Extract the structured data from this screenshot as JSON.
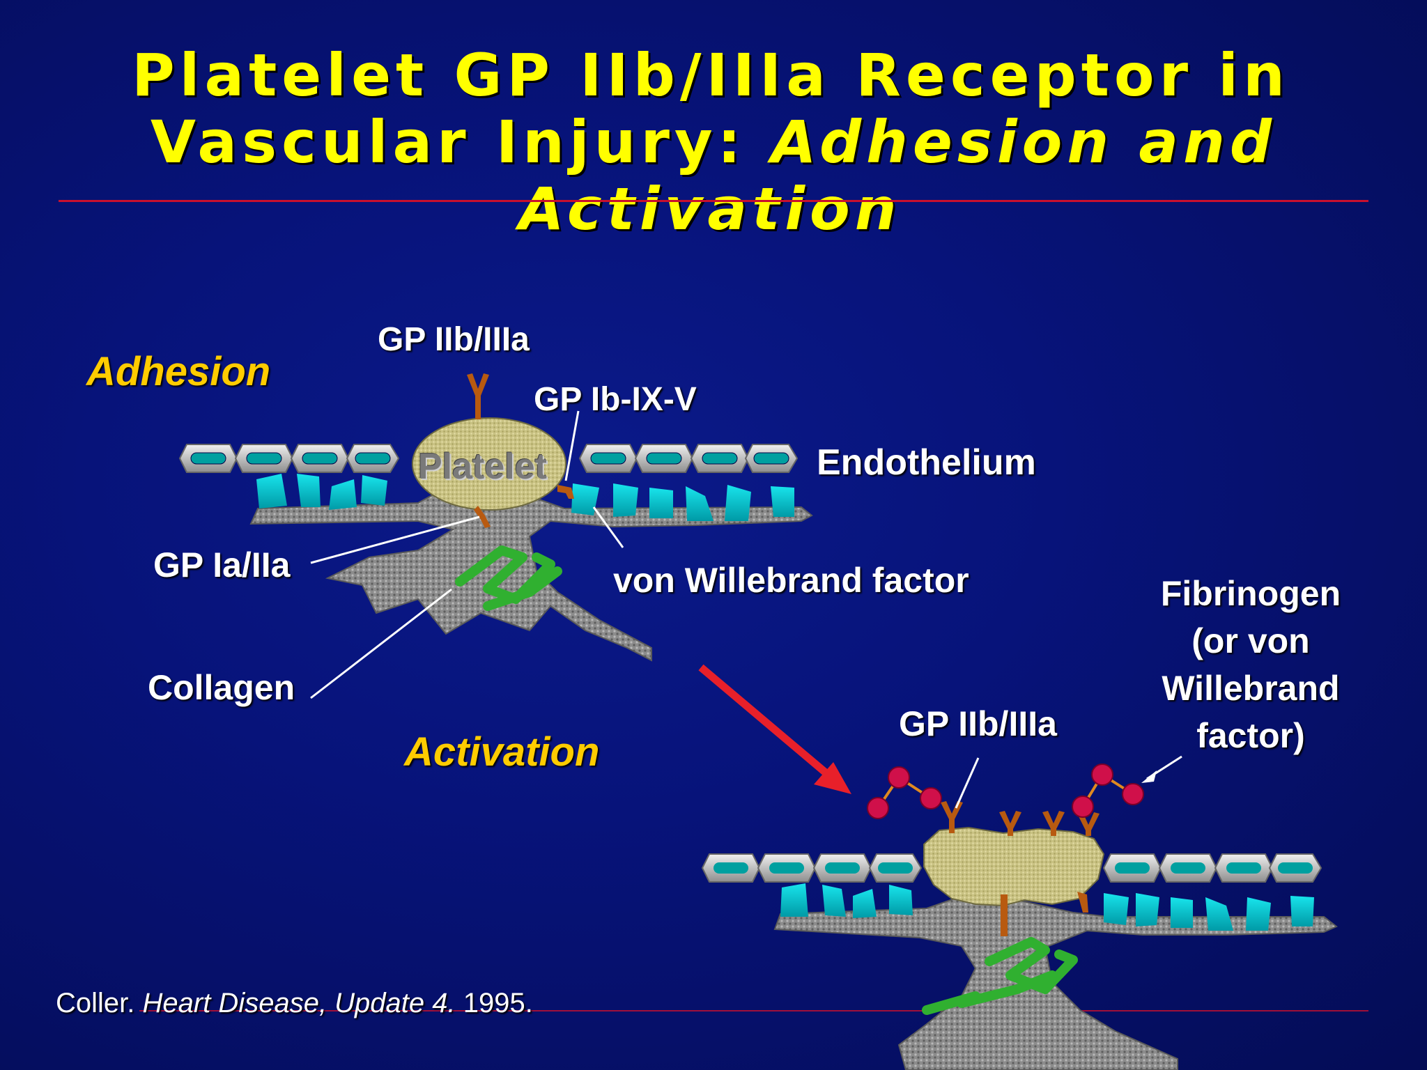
{
  "title": {
    "line1": "Platelet GP IIb/IIIa Receptor in",
    "line2_regular": "Vascular Injury: ",
    "line2_italic": "Adhesion and",
    "line3_italic": "Activation"
  },
  "stages": {
    "adhesion": "Adhesion",
    "activation": "Activation"
  },
  "labels": {
    "gp_iib_iiia_top": "GP IIb/IIIa",
    "gp_ib_ix_v": "GP Ib-IX-V",
    "platelet": "Platelet",
    "endothelium": "Endothelium",
    "gp_ia_iia": "GP Ia/IIa",
    "von_willebrand": "von Willebrand factor",
    "collagen": "Collagen",
    "gp_iib_iiia_bottom": "GP IIb/IIIa",
    "fibrinogen_line1": "Fibrinogen",
    "fibrinogen_line2": "(or von",
    "fibrinogen_line3": "Willebrand",
    "fibrinogen_line4": "factor)"
  },
  "citation": {
    "author": "Coller. ",
    "source_italic": "Heart Disease, Update 4.",
    "year": " 1995."
  },
  "colors": {
    "background": "#07137a",
    "title": "#ffff00",
    "stage_label": "#ffcc00",
    "rule": "#c8102e",
    "arrow": "#e8202a",
    "endothelial_cell": "#c0c0c0",
    "nucleus": "#00a0a0",
    "subendothelium_cells": "#00d0d8",
    "matrix": "#8a8a8a",
    "platelet": "#c8c080",
    "receptor": "#b85a10",
    "collagen": "#2ea82e",
    "fibrinogen": "#d0104a"
  }
}
